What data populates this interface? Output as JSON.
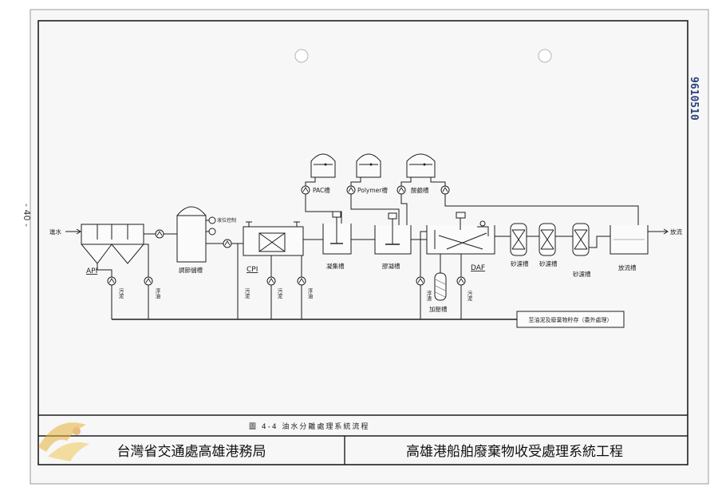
{
  "sheet": {
    "page_number": "- 40 -",
    "doc_id": "9610510",
    "caption": "圖 4-4 油水分離處理系統流程"
  },
  "title_block": {
    "agency": "台灣省交通處高雄港務局",
    "project": "高雄港船舶廢棄物收受處理系統工程"
  },
  "flow": {
    "inlet": "進水",
    "outlet": "放流",
    "units": {
      "api": "API",
      "equalization": "調節儲槽",
      "level_control": "液位控制",
      "cpi": "CPI",
      "coagulation": "凝集槽",
      "flocculation": "膠凝槽",
      "daf": "DAF",
      "pressure_tank": "加壓槽",
      "filter_1": "砂濾槽",
      "filter_2": "砂濾槽",
      "filter_3": "砂濾槽",
      "effluent": "放流槽"
    },
    "chemicals": {
      "pac": "PAC槽",
      "polymer": "Polymer槽",
      "acid_base": "酸鹼槽"
    },
    "streams": {
      "api_sludge": "污泥",
      "api_oil": "浮油",
      "eq_sludge": "污泥",
      "cpi_sludge": "污泥",
      "cpi_oil": "浮油",
      "daf_scum": "浮渣",
      "daf_sludge": "污泥"
    },
    "disposal": "至油泥及廢棄物貯存（委外處理）"
  }
}
